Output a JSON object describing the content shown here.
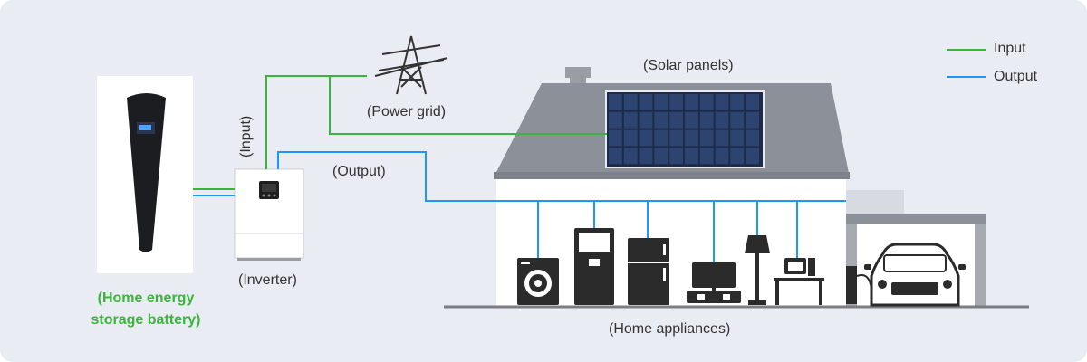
{
  "labels": {
    "solar_panels": "(Solar panels)",
    "power_grid": "(Power grid)",
    "input": "(Input)",
    "output": "(Output)",
    "inverter": "(Inverter)",
    "battery_line1": "(Home energy",
    "battery_line2": "storage battery)",
    "home_appliances": "(Home appliances)"
  },
  "legend": [
    {
      "label": "Input",
      "color": "#3cb43c"
    },
    {
      "label": "Output",
      "color": "#1e96ff"
    }
  ],
  "colors": {
    "input_line": "#3cb43c",
    "output_line": "#1e96ff",
    "battery_label": "#3cb43c",
    "appliance": "#2b2b2b",
    "roof": "#8c9099",
    "background": "#e9ecf3"
  },
  "icons": [
    "power-tower-icon",
    "solar-panel-icon",
    "washing-machine-icon",
    "tower-cooler-icon",
    "refrigerator-icon",
    "tv-icon",
    "floor-lamp-icon",
    "computer-icon",
    "car-icon"
  ]
}
